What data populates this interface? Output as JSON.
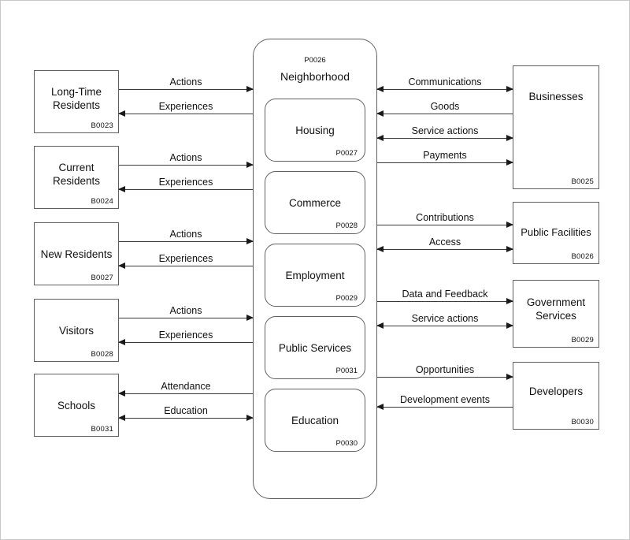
{
  "diagram": {
    "type": "context-flow-diagram",
    "center": {
      "code": "P0026",
      "title": "Neighborhood",
      "children": [
        {
          "title": "Housing",
          "code": "P0027"
        },
        {
          "title": "Commerce",
          "code": "P0028"
        },
        {
          "title": "Employment",
          "code": "P0029"
        },
        {
          "title": "Public Services",
          "code": "P0031"
        },
        {
          "title": "Education",
          "code": "P0030"
        }
      ]
    },
    "left_entities": [
      {
        "title": "Long-Time Residents",
        "code": "B0023"
      },
      {
        "title": "Current Residents",
        "code": "B0024"
      },
      {
        "title": "New Residents",
        "code": "B0027"
      },
      {
        "title": "Visitors",
        "code": "B0028"
      },
      {
        "title": "Schools",
        "code": "B0031"
      }
    ],
    "right_entities": [
      {
        "title": "Businesses",
        "code": "B0025"
      },
      {
        "title": "Public Facilities",
        "code": "B0026"
      },
      {
        "title": "Government Services",
        "code": "B0029"
      },
      {
        "title": "Developers",
        "code": "B0030"
      }
    ],
    "left_flows": [
      {
        "label": "Actions",
        "direction": "right"
      },
      {
        "label": "Experiences",
        "direction": "left"
      },
      {
        "label": "Actions",
        "direction": "right"
      },
      {
        "label": "Experiences",
        "direction": "left"
      },
      {
        "label": "Actions",
        "direction": "right"
      },
      {
        "label": "Experiences",
        "direction": "left"
      },
      {
        "label": "Actions",
        "direction": "right"
      },
      {
        "label": "Experiences",
        "direction": "left"
      },
      {
        "label": "Attendance",
        "direction": "left"
      },
      {
        "label": "Education",
        "direction": "both"
      }
    ],
    "right_flows": [
      {
        "label": "Communications",
        "direction": "both"
      },
      {
        "label": "Goods",
        "direction": "left"
      },
      {
        "label": "Service actions",
        "direction": "both"
      },
      {
        "label": "Payments",
        "direction": "right"
      },
      {
        "label": "Contributions",
        "direction": "right"
      },
      {
        "label": "Access",
        "direction": "both"
      },
      {
        "label": "Data and Feedback",
        "direction": "right"
      },
      {
        "label": "Service actions",
        "direction": "both"
      },
      {
        "label": "Opportunities",
        "direction": "right"
      },
      {
        "label": "Development events",
        "direction": "left"
      }
    ],
    "colors": {
      "border": "#606060",
      "arrow": "#3a3a3a",
      "frame": "#c9c9c9",
      "background": "#ffffff"
    }
  }
}
